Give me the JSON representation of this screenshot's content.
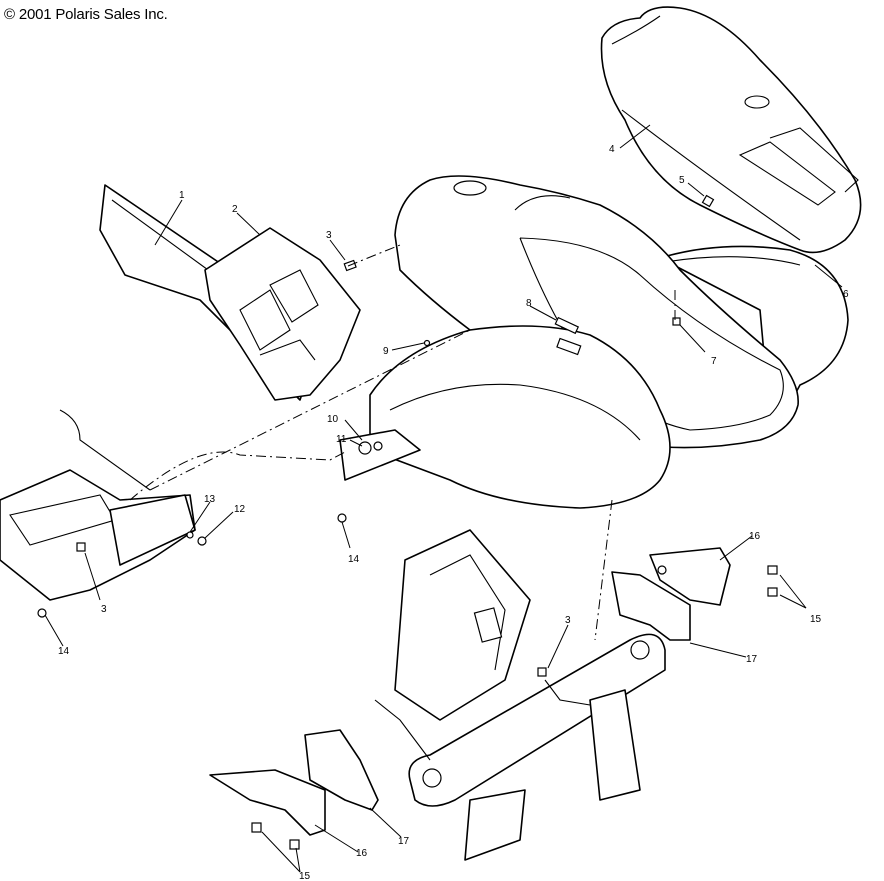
{
  "copyright": "© 2001 Polaris Sales Inc.",
  "callouts": {
    "c1": "1",
    "c2": "2",
    "c3a": "3",
    "c3b": "3",
    "c3c": "3",
    "c4": "4",
    "c5": "5",
    "c6": "6",
    "c7": "7",
    "c8": "8",
    "c9": "9",
    "c10": "10",
    "c11": "11",
    "c12": "12",
    "c13": "13",
    "c14a": "14",
    "c14b": "14",
    "c15a": "15",
    "c15b": "15",
    "c16a": "16",
    "c16b": "16",
    "c17a": "17",
    "c17b": "17"
  }
}
